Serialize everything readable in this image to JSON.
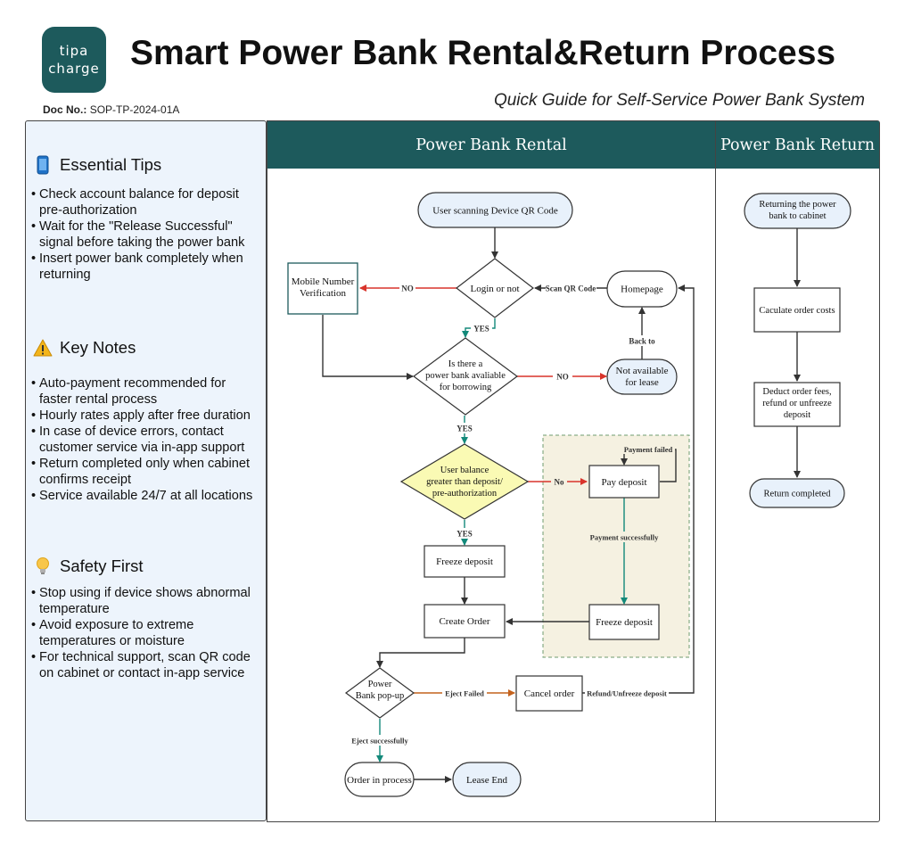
{
  "header": {
    "logo_line1": "tipa",
    "logo_line2": "charge",
    "title": "Smart Power Bank Rental&Return Process",
    "subtitle": "Quick Guide for Self-Service Power Bank System",
    "doc_label": "Doc No.:",
    "doc_value": "SOP-TP-2024-01A"
  },
  "sidebar": {
    "essential": {
      "title": "Essential Tips",
      "icon": "phone-icon",
      "items": [
        "Check account balance for deposit pre-authorization",
        "Wait for the \"Release Successful\" signal before taking the power bank",
        "Insert power bank completely when returning"
      ]
    },
    "notes": {
      "title": "Key Notes",
      "icon": "warning-icon",
      "items": [
        "Auto-payment recommended for faster rental process",
        "Hourly rates apply after free duration",
        "In case of device errors, contact customer service via in-app support",
        "Return completed only when cabinet confirms receipt",
        "Service available 24/7 at all locations"
      ]
    },
    "safety": {
      "title": "Safety First",
      "icon": "lightbulb-icon",
      "items": [
        "Stop using if device shows abnormal temperature",
        "Avoid exposure to extreme temperatures or moisture",
        "For technical support, scan QR code on cabinet or contact in-app service"
      ]
    }
  },
  "columns": {
    "rental": "Power Bank Rental",
    "return": "Power Bank Return"
  },
  "rental_nodes": {
    "scan": "User scanning Device QR Code",
    "login": "Login or not",
    "homepage": "Homepage",
    "mobile": [
      "Mobile Number",
      "Verification"
    ],
    "available": [
      "Is there a",
      "power bank avaliable",
      "for borrowing"
    ],
    "not_available": [
      "Not available",
      "for lease"
    ],
    "balance": [
      "User balance",
      "greater than deposit/",
      "pre-authorization"
    ],
    "pay_deposit": "Pay deposit",
    "freeze_left": "Freeze deposit",
    "freeze_right": "Freeze deposit",
    "create_order": "Create Order",
    "popup": [
      "Power",
      "Bank pop-up"
    ],
    "cancel": "Cancel order",
    "in_process": "Order in process",
    "lease_end": "Lease End"
  },
  "rental_labels": {
    "scan_qr": "Scan QR Code",
    "no1": "NO",
    "yes1": "YES",
    "no2": "NO",
    "back_to": "Back to",
    "yes2": "YES",
    "no3": "No",
    "yes3": "YES",
    "payment_failed": "Payment failed",
    "payment_success": "Payment successfully",
    "eject_failed": "Eject Failed",
    "refund": "Refund/Unfreeze deposit",
    "eject_success": "Eject successfully"
  },
  "return_nodes": {
    "returning": [
      "Returning the power",
      "bank to cabinet"
    ],
    "calculate": "Caculate order costs",
    "deduct": [
      "Deduct order fees,",
      "refund or unfreeze",
      "deposit"
    ],
    "completed": "Return completed"
  },
  "colors": {
    "brand": "#1d5a5c",
    "panel": "#edf4fc",
    "terminal_fill": "#e8f1fb",
    "decision_yellow": "#fafab4",
    "payment_zone": "#f5f1e1",
    "red_arrow": "#d9342b",
    "green_arrow": "#13897a",
    "orange_arrow": "#c4621d"
  }
}
